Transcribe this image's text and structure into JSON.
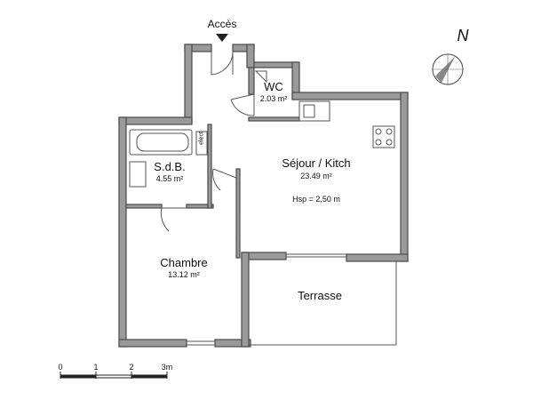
{
  "entrance_label": "Accès",
  "north_label": "N",
  "rooms": {
    "wc": {
      "name": "WC",
      "area": "2.03 m²"
    },
    "sdb": {
      "name": "S.d.B.",
      "area": "4.55 m²"
    },
    "sejour": {
      "name": "Séjour / Kitch",
      "area": "23.49 m²",
      "ceiling": "Hsp = 2,50 m"
    },
    "chambre": {
      "name": "Chambre",
      "area": "13.12 m²"
    },
    "terrasse": {
      "name": "Terrasse"
    }
  },
  "elect_label": "elect",
  "scale": {
    "ticks": [
      "0",
      "1",
      "2",
      "3m"
    ]
  },
  "colors": {
    "wall": "#9a9a9a",
    "wall_edge": "#4a4a4a",
    "line": "#555555"
  }
}
